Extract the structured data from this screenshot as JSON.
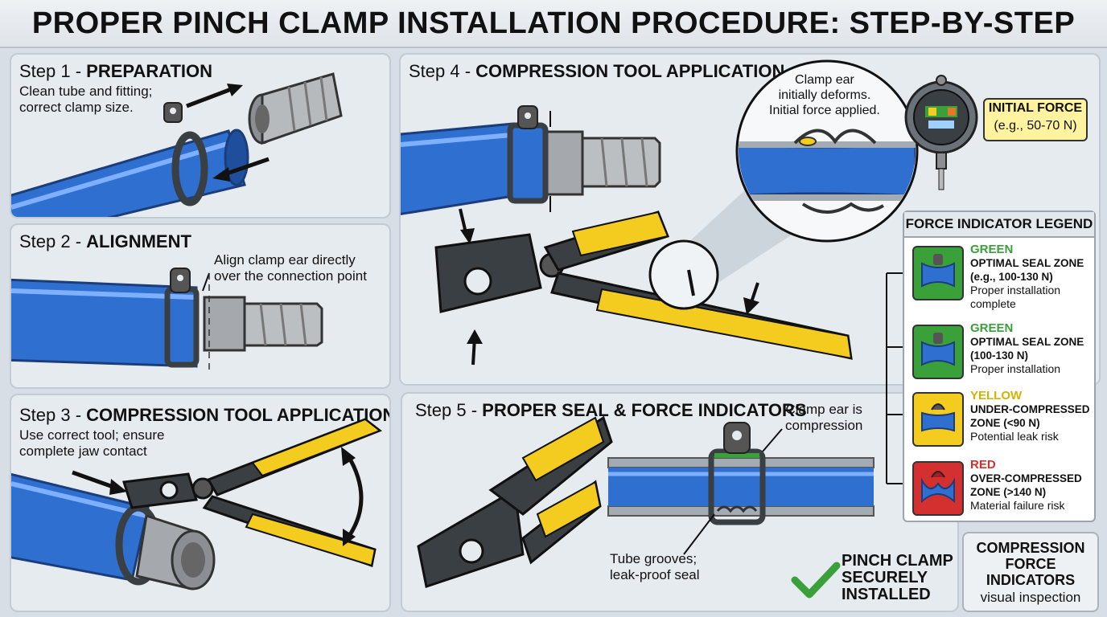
{
  "title": "PROPER PINCH CLAMP INSTALLATION PROCEDURE: STEP-BY-STEP",
  "colors": {
    "tube_blue": "#2f6fd0",
    "handle_yellow": "#f3cc1f",
    "tool_dark": "#3a3f44",
    "metal": "#a5a9ad",
    "legend_green": "#3aa03a",
    "legend_yellow": "#f3cc1f",
    "legend_red": "#d43030"
  },
  "steps": [
    {
      "num": "Step 1 - ",
      "name": "PREPARATION",
      "desc": [
        "Clean tube and fitting;",
        "correct clamp size."
      ]
    },
    {
      "num": "Step 2 - ",
      "name": "ALIGNMENT",
      "callout": [
        "Align clamp ear directly",
        "over the connection point"
      ]
    },
    {
      "num": "Step 3 - ",
      "name": "COMPRESSION TOOL APPLICATION",
      "desc": [
        "Use correct tool; ensure",
        "complete jaw contact"
      ]
    },
    {
      "num": "Step 4 - ",
      "name": "COMPRESSION TOOL APPLICATION",
      "callout": [
        "Clamp ear",
        "initially deforms.",
        "Initial force applied."
      ]
    },
    {
      "num": "Step 5 - ",
      "name": "PROPER SEAL & FORCE INDICATORS",
      "callout_top": [
        "Clamp ear is",
        "compression"
      ],
      "callout_bottom": [
        "Tube grooves;",
        "leak-proof seal"
      ]
    }
  ],
  "initial_force": {
    "label": "INITIAL FORCE",
    "value": "(e.g., 50-70 N)"
  },
  "legend": {
    "title": "FORCE INDICATOR LEGEND",
    "items": [
      {
        "color_name": "GREEN",
        "zone": "OPTIMAL SEAL ZONE",
        "range": "(e.g., 100-130 N)",
        "note": "Proper installation complete"
      },
      {
        "color_name": "GREEN",
        "zone": "OPTIMAL SEAL ZONE (100-130 N)",
        "range": "",
        "note": "Proper installation"
      },
      {
        "color_name": "YELLOW",
        "zone": "UNDER-COMPRESSED ZONE (<90 N)",
        "range": "",
        "note": "Potential leak risk"
      },
      {
        "color_name": "RED",
        "zone": "OVER-COMPRESSED ZONE (>140 N)",
        "range": "",
        "note": "Material failure risk"
      }
    ]
  },
  "secured": "PINCH CLAMP\nSECURELY\nINSTALLED",
  "indicator_box": {
    "label": "COMPRESSION FORCE INDICATORS",
    "sub": "visual inspection"
  }
}
